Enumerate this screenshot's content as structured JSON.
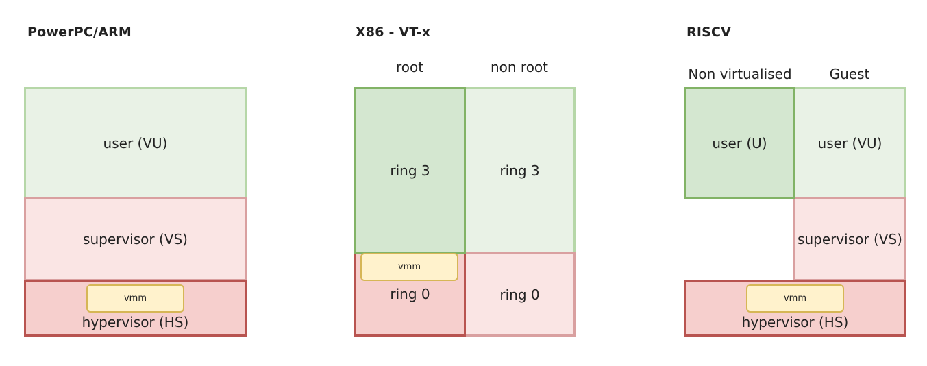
{
  "powerpc": {
    "title": "PowerPC/ARM",
    "user": "user (VU)",
    "supervisor": "supervisor (VS)",
    "hypervisor": "hypervisor (HS)",
    "vmm": "vmm"
  },
  "x86": {
    "title": "X86 - VT-x",
    "root_label": "root",
    "nonroot_label": "non root",
    "root_ring3": "ring 3",
    "nonroot_ring3": "ring 3",
    "root_ring0": "ring 0",
    "nonroot_ring0": "ring 0",
    "vmm": "vmm"
  },
  "riscv": {
    "title": "RISCV",
    "nonvirt_label": "Non virtualised",
    "guest_label": "Guest",
    "user_u": "user (U)",
    "user_vu": "user (VU)",
    "supervisor": "supervisor (VS)",
    "hypervisor": "hypervisor (HS)",
    "vmm": "vmm"
  },
  "colors": {
    "light_green": "#e9f2e6",
    "green": "#d4e7d0",
    "light_red": "#fae5e4",
    "red": "#f6cfcd",
    "vmm": "#fff2cc"
  }
}
